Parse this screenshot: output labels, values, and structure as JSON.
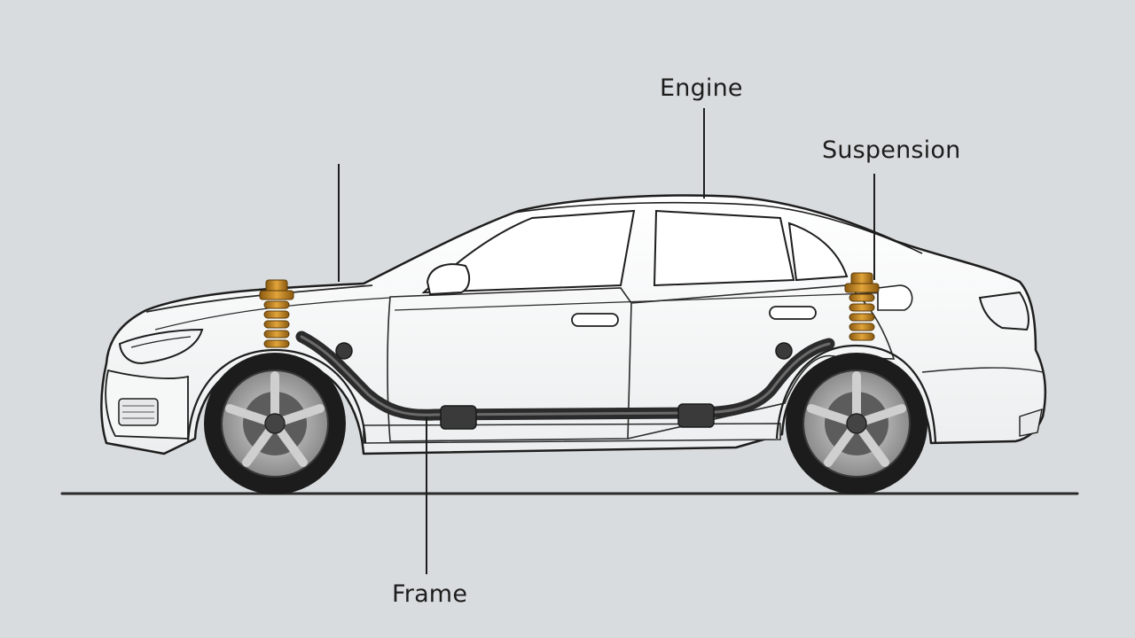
{
  "diagram": {
    "subject": "sedan side view",
    "callouts": {
      "engine": "Engine",
      "suspension": "Suspension",
      "frame": "Frame"
    },
    "colors": {
      "background": "#d9dcde",
      "body": "#fafafa",
      "outline": "#1e1e1e",
      "frame_rail": "#3a3a3a",
      "spring": "#c98a1e",
      "tire": "#1c1c1c",
      "rim": "#9a9a9a",
      "ground": "#2a2a2a"
    }
  }
}
